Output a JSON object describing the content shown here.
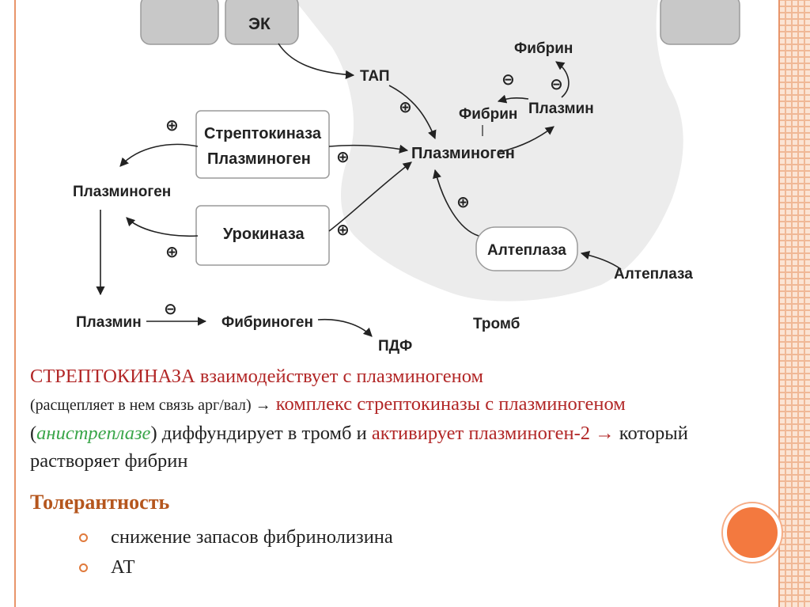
{
  "diagram": {
    "labels": {
      "ek": "ЭК",
      "tap": "ТАП",
      "fibrin_top": "Фибрин",
      "fibrin_mid": "Фибрин",
      "plasmin_right": "Плазмин",
      "plasminogen_center": "Плазминоген",
      "strepto_line1": "Стрептокиназа",
      "strepto_line2": "Плазминоген",
      "plasminogen_left": "Плазминоген",
      "urokinase": "Урокиназа",
      "alteplase_box": "Алтеплаза",
      "alteplase_out": "Алтеплаза",
      "plasmin_bottom": "Плазмин",
      "fibrinogen": "Фибриноген",
      "pdf": "ПДФ",
      "thrombus": "Тромб"
    },
    "symbols": {
      "plus": "⊕",
      "minus": "⊖"
    }
  },
  "paragraph": {
    "strepto_caps": "СТРЕПТОКИНАЗА",
    "interacts": "взаимодействует с плазминогеном",
    "cleaves": "(расщепляет в нем связь арг/вал) →",
    "complex": "комплекс стрептокиназы с плазминогеном",
    "paren_open": "(",
    "anistreplase": "анистреплазе",
    "paren_close": ")",
    "diffuses": "диффундирует в тромб и",
    "activates": "активирует плазминоген-2 →",
    "dissolves": "который растворяет фибрин"
  },
  "tolerance": {
    "heading": "Толерантность",
    "items": [
      "снижение запасов фибринолизина",
      "АТ"
    ]
  },
  "colors": {
    "accent_orange": "#f3793f",
    "heading_brown": "#b5561d",
    "text_red": "#b22727",
    "text_green": "#3aa64a",
    "thrombus_gray": "#ececec"
  }
}
